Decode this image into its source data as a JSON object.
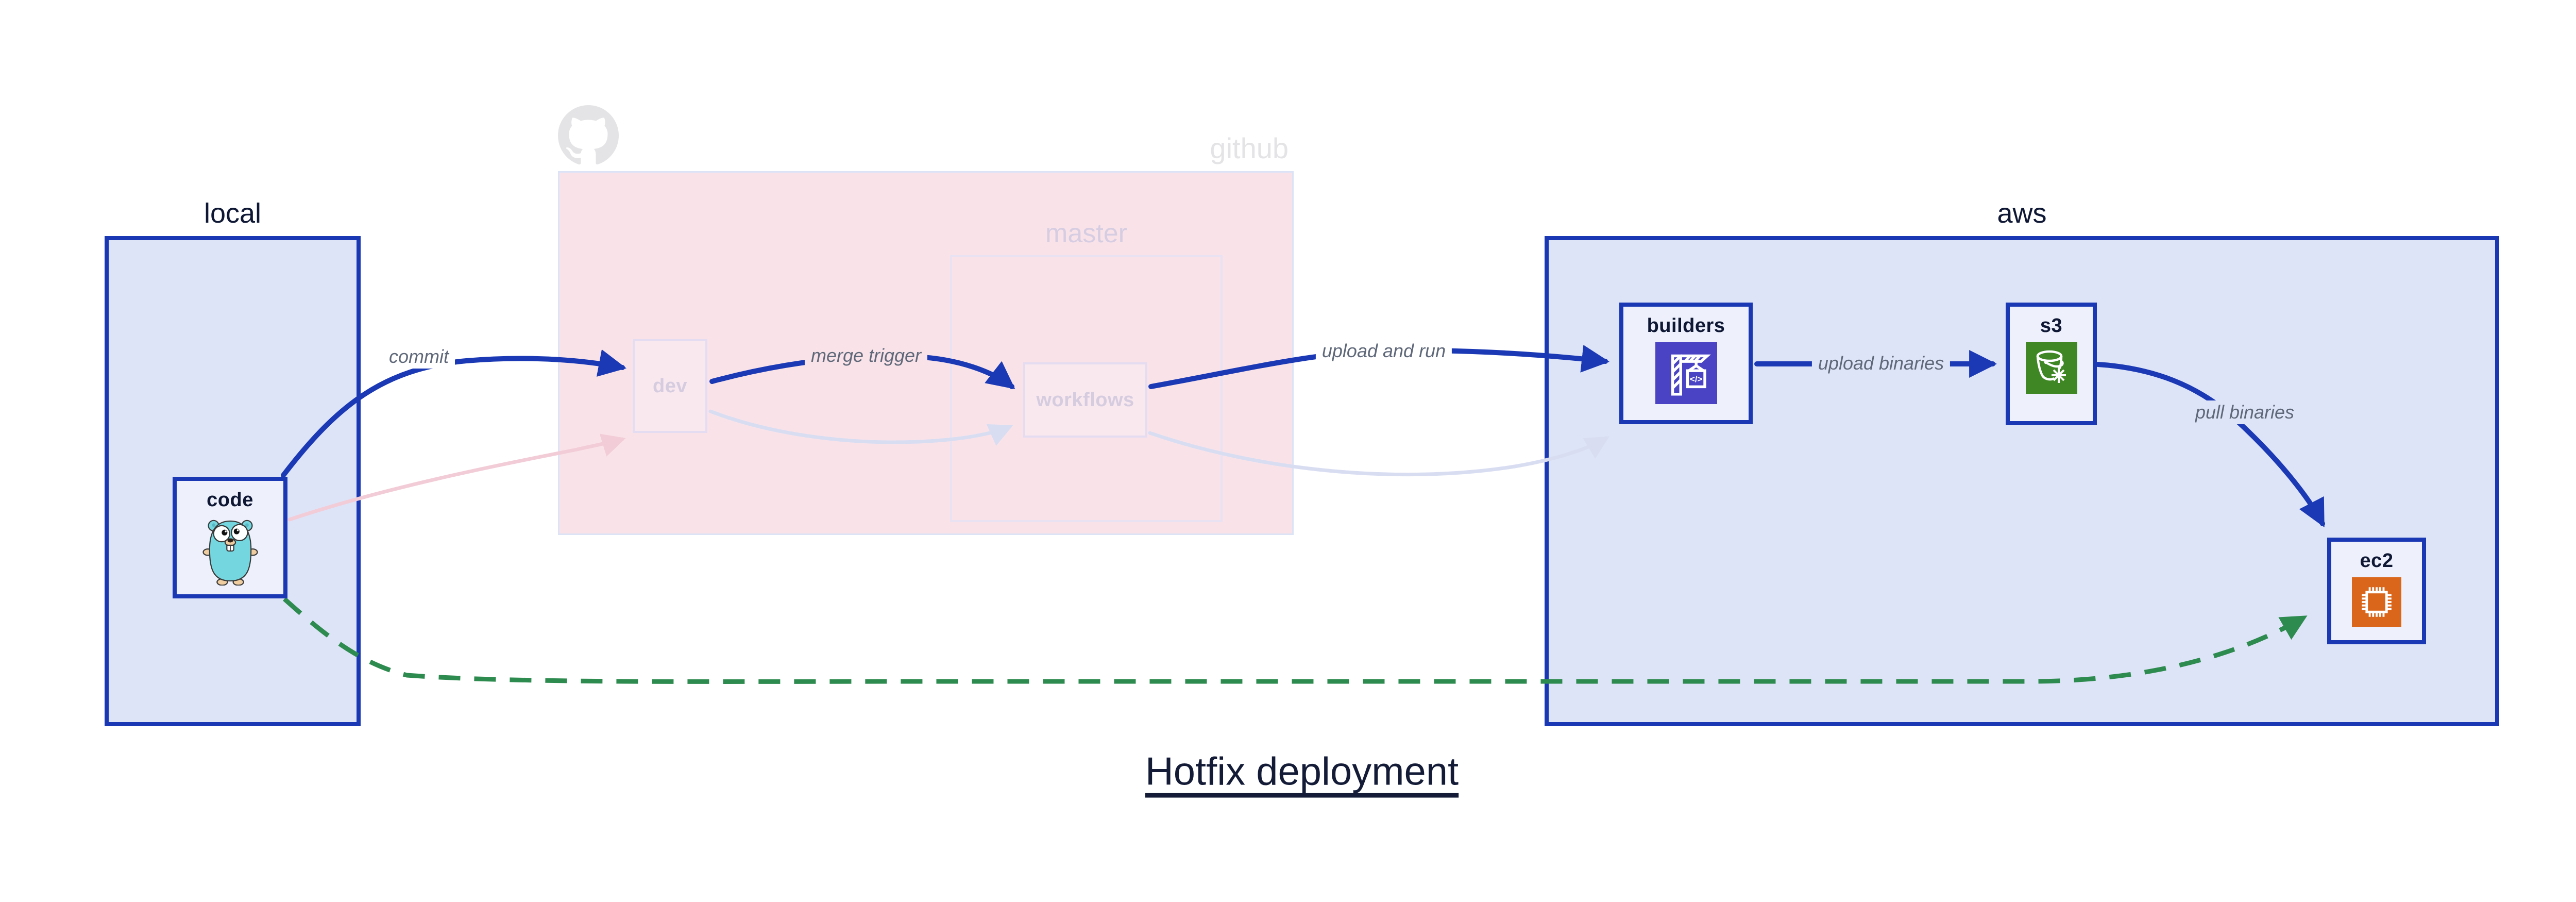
{
  "diagram": {
    "title": "Hotfix deployment",
    "groups": {
      "local": {
        "label": "local"
      },
      "github": {
        "label": "github",
        "inner_group_label": "master"
      },
      "aws": {
        "label": "aws"
      }
    },
    "nodes": {
      "code": {
        "label": "code",
        "icon": "gopher-icon"
      },
      "dev": {
        "label": "dev",
        "icon": null
      },
      "workflows": {
        "label": "workflows",
        "icon": null
      },
      "builders": {
        "label": "builders",
        "icon": "codebuild-crane-icon"
      },
      "s3": {
        "label": "s3",
        "icon": "s3-glacier-bucket-icon"
      },
      "ec2": {
        "label": "ec2",
        "icon": "ec2-chip-icon"
      }
    },
    "edges": [
      {
        "from": "code",
        "to": "dev",
        "label": "commit",
        "style": "solid-blue"
      },
      {
        "from": "dev",
        "to": "workflows",
        "label": "merge trigger",
        "style": "solid-blue"
      },
      {
        "from": "workflows",
        "to": "builders",
        "label": "upload and run",
        "style": "solid-blue"
      },
      {
        "from": "builders",
        "to": "s3",
        "label": "upload binaries",
        "style": "solid-blue"
      },
      {
        "from": "s3",
        "to": "ec2",
        "label": "pull binaries",
        "style": "solid-blue"
      },
      {
        "from": "code",
        "to": "ec2",
        "label": "",
        "style": "dashed-green-hotfix"
      },
      {
        "from": "code",
        "to": "dev",
        "label": "",
        "style": "faded-pink"
      },
      {
        "from": "dev",
        "to": "workflows",
        "label": "",
        "style": "faded-lavender"
      },
      {
        "from": "workflows",
        "to": "builders",
        "label": "",
        "style": "faded-lavender"
      }
    ],
    "colors": {
      "accent_blue": "#1b39b4",
      "region_fill": "#dde4f8",
      "node_fill": "#eef1fb",
      "github_pink_fill": "#f9e3e9",
      "faded_lavender": "#d9ddf2",
      "faded_pink": "#f2ccd7",
      "hotfix_green": "#2e8b4f",
      "edge_label_gray": "#5f6879",
      "text_navy": "#0e1734",
      "faded_text": "#d6cce0",
      "github_gray": "#e4e4e6",
      "codebuild_purple": "#4a44c5",
      "glacier_green": "#3f8624",
      "ec2_orange": "#d9661a",
      "gopher_teal": "#74d6df"
    }
  }
}
